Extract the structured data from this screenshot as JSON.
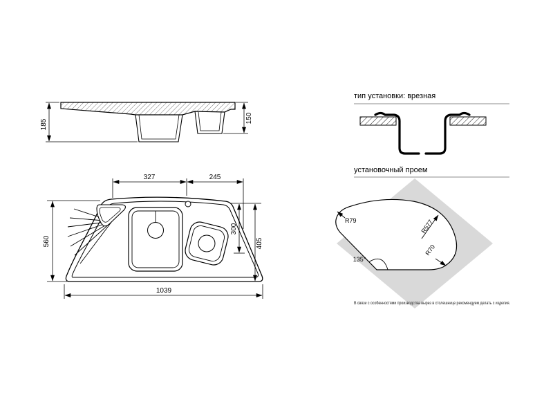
{
  "page": {
    "background": "#ffffff"
  },
  "colors": {
    "line": "#000000",
    "gray_fill": "#d9d9d9",
    "divider": "#8c8c8c"
  },
  "side_view": {
    "height_left": "185",
    "height_right": "150"
  },
  "plan_view": {
    "width_top_left": "327",
    "width_top_right": "245",
    "depth_left": "560",
    "depth_right_inner": "300",
    "depth_right_outer": "405",
    "width_bottom": "1039"
  },
  "installation": {
    "title": "тип установки: врезная"
  },
  "cutout": {
    "title": "установочный проем",
    "radius_top_left": "R79",
    "radius_front": "R577",
    "radius_tip": "R70",
    "corner_angle": "135°",
    "note": "В связи с особенностями производства вырез в столешнице рекомендуем делать с изделия."
  }
}
